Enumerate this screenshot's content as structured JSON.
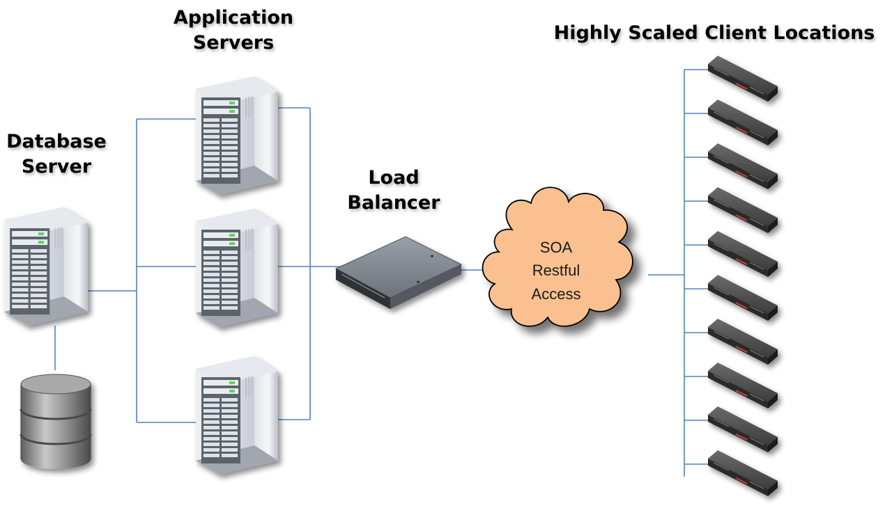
{
  "labels": {
    "application_servers_line1": "Application",
    "application_servers_line2": "Servers",
    "database_server_line1": "Database",
    "database_server_line2": "Server",
    "load_balancer_line1": "Load",
    "load_balancer_line2": "Balancer",
    "client_locations": "Highly Scaled Client Locations"
  },
  "cloud": {
    "line1": "SOA",
    "line2": "Restful",
    "line3": "Access"
  },
  "colors": {
    "connector": "#4f81bd",
    "cloud_fill": "#fac090",
    "cloud_stroke": "#000000",
    "tower_body": "#d9dde4",
    "appliance_body": "#3a3a3a",
    "database_body": "#8c8c8c"
  },
  "counts": {
    "application_servers": 3,
    "client_devices": 10
  }
}
